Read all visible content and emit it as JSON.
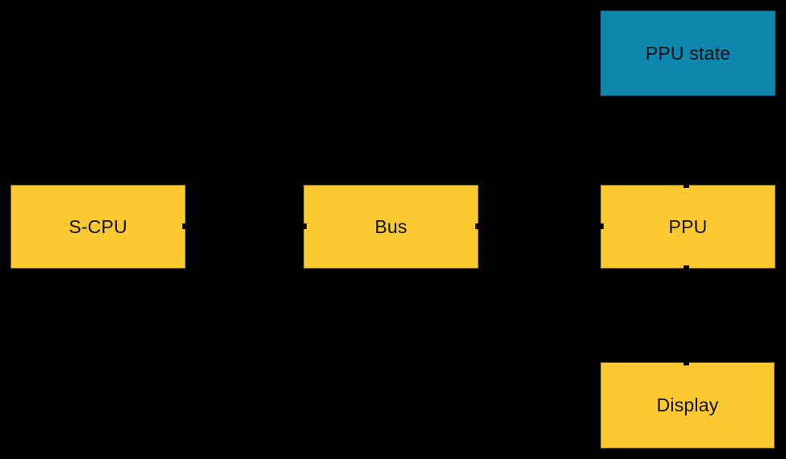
{
  "diagram": {
    "background_color": "#000000",
    "text_color": "#111111",
    "colors": {
      "yellow_fill": "#fdc930",
      "blue_fill": "#0e86ad"
    },
    "nodes": {
      "ppu_state": {
        "label": "PPU state",
        "fill": "#0e86ad"
      },
      "scpu": {
        "label": "S-CPU",
        "fill": "#fdc930"
      },
      "bus": {
        "label": "Bus",
        "fill": "#fdc930"
      },
      "ppu": {
        "label": "PPU",
        "fill": "#fdc930"
      },
      "display": {
        "label": "Display",
        "fill": "#fdc930"
      }
    }
  }
}
